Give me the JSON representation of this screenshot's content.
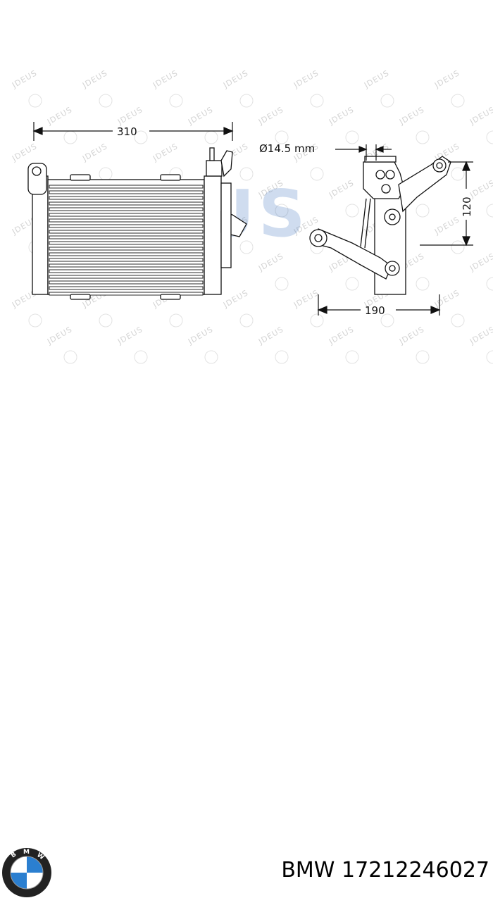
{
  "drawing": {
    "dim_width_left": "310",
    "dim_diameter": "Ø14.5 mm",
    "dim_height_right": "120",
    "dim_width_right": "190",
    "watermark_brand": "JDEUS",
    "watermark_small": "JDEUS"
  },
  "footer": {
    "brand": "BMW",
    "part_number": "17212246027",
    "logo_letters": "BMW"
  },
  "colors": {
    "line": "#111111",
    "watermark_blue": "#2a66b8",
    "watermark_gray": "#d4d4d4"
  }
}
